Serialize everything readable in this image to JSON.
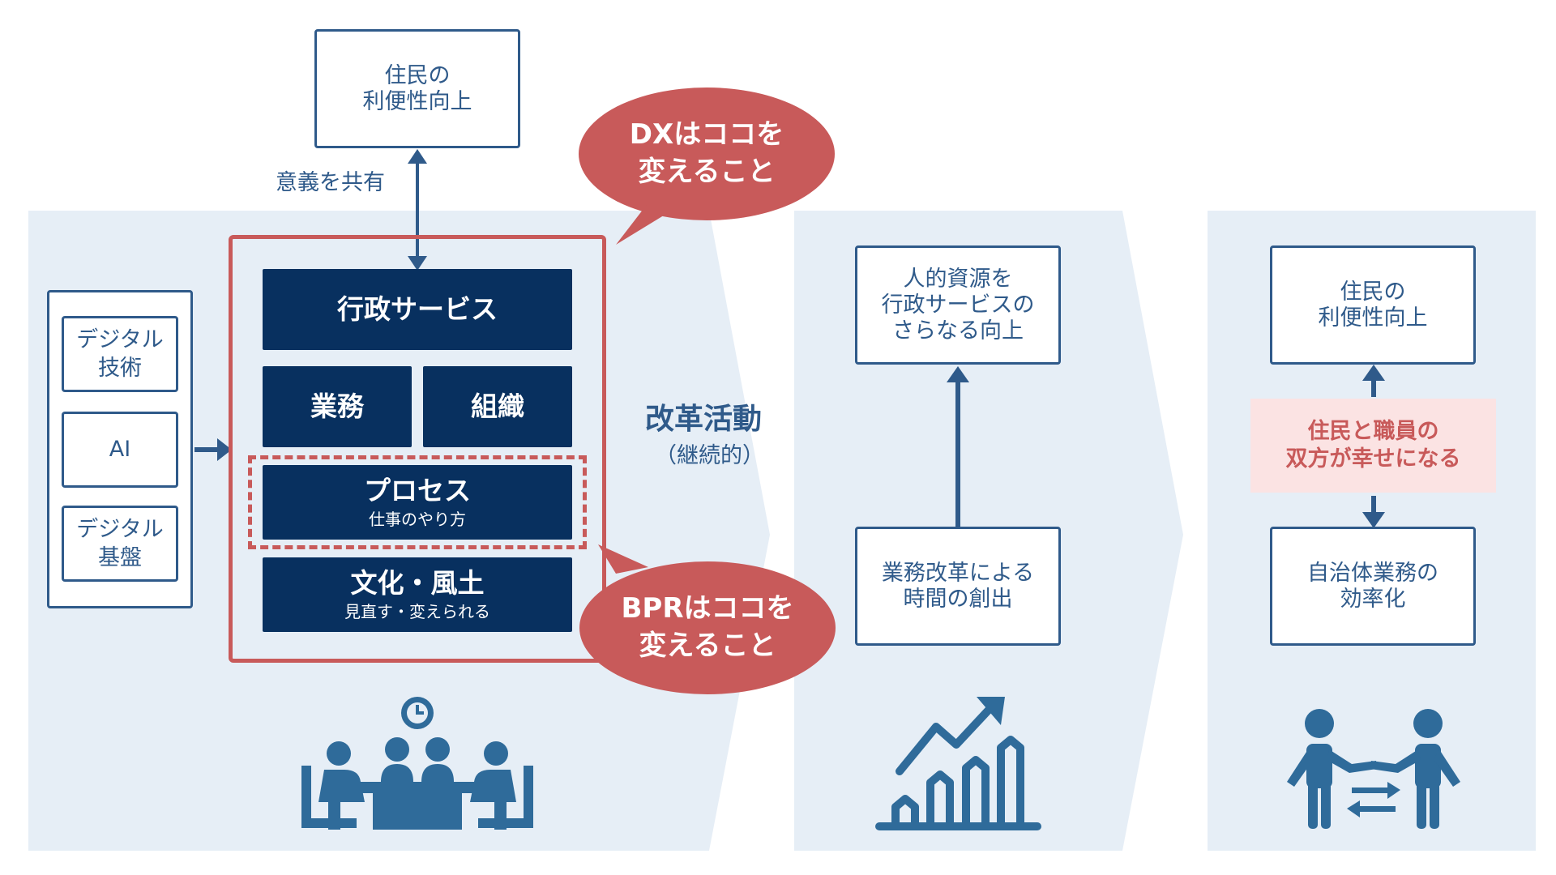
{
  "colors": {
    "panel_bg": "#e6eef6",
    "navy": "#08305f",
    "accent_blue": "#2f5a8a",
    "red": "#c85a5a",
    "pink_bg": "#fbe3e3"
  },
  "top": {
    "box_line1": "住民の",
    "box_line2": "利便性向上",
    "share_label": "意義を共有"
  },
  "left_inputs": [
    "デジタル\n技術",
    "AI",
    "デジタル\n基盤"
  ],
  "stack": {
    "service": "行政サービス",
    "work": "業務",
    "org": "組織",
    "process_title": "プロセス",
    "process_sub": "仕事のやり方",
    "culture_title": "文化・風土",
    "culture_sub": "見直す・変えられる"
  },
  "bubbles": {
    "dx_line1": "DXはココを",
    "dx_line2": "変えること",
    "bpr_line1": "BPRはココを",
    "bpr_line2": "変えること"
  },
  "reform": {
    "title": "改革活動",
    "sub": "（継続的）"
  },
  "middle": {
    "top_line1": "人的資源を",
    "top_line2": "行政サービスの",
    "top_line3": "さらなる向上",
    "bottom_line1": "業務改革による",
    "bottom_line2": "時間の創出"
  },
  "right": {
    "top_line1": "住民の",
    "top_line2": "利便性向上",
    "pink_line1": "住民と職員の",
    "pink_line2": "双方が幸せになる",
    "bottom_line1": "自治体業務の",
    "bottom_line2": "効率化"
  },
  "icons": [
    "meeting-icon",
    "growth-chart-icon",
    "exchange-people-icon"
  ]
}
